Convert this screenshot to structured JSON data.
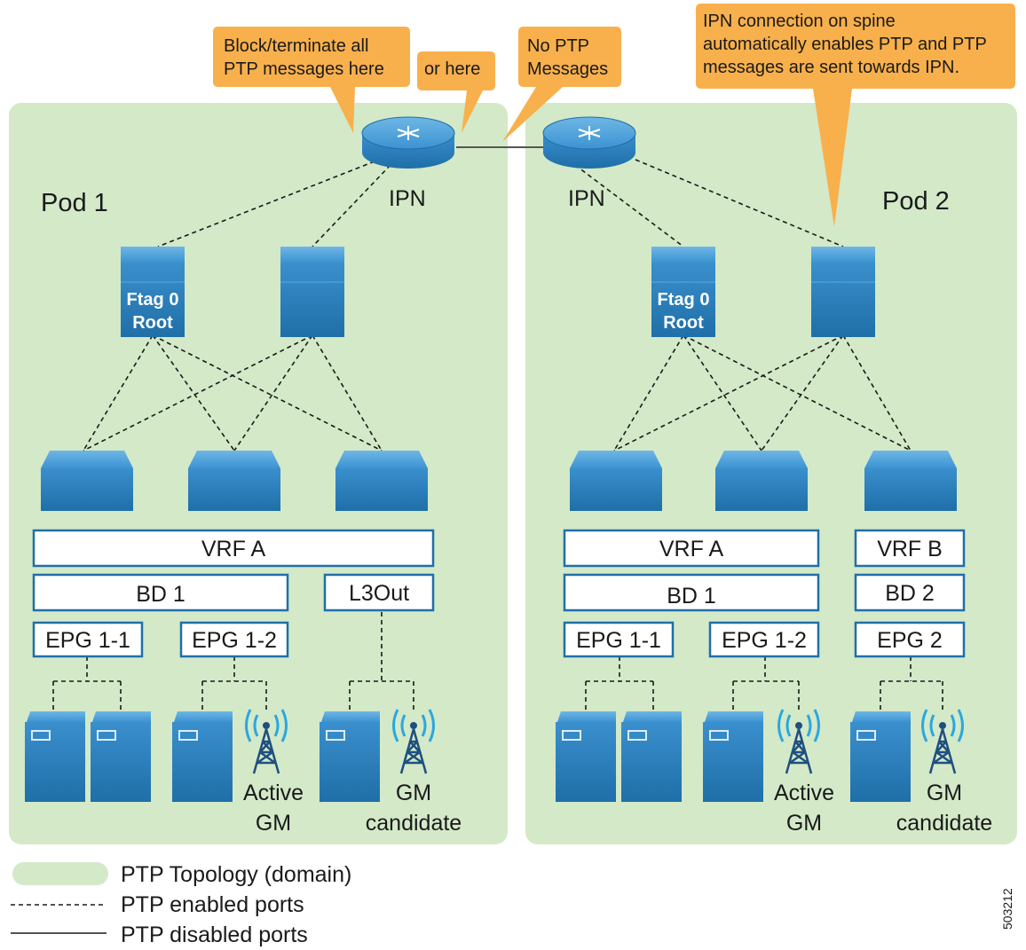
{
  "callouts": {
    "block": [
      "Block/terminate all",
      "PTP messages here"
    ],
    "or_here": "or here",
    "no_ptp": [
      "No PTP",
      "Messages"
    ],
    "ipn_connection": [
      "IPN connection on spine",
      "automatically enables PTP and PTP",
      "messages are sent towards IPN."
    ]
  },
  "pods": [
    {
      "name": "Pod 1",
      "ipn": "IPN",
      "spine_root": [
        "Ftag 0",
        "Root"
      ],
      "vrfs": [
        "VRF A"
      ],
      "bds": [
        "BD 1"
      ],
      "l3out": "L3Out",
      "epgs": [
        "EPG 1-1",
        "EPG 1-2"
      ],
      "active_gm": [
        "Active",
        "GM"
      ],
      "gm_candidate": [
        "GM",
        "candidate"
      ]
    },
    {
      "name": "Pod 2",
      "ipn": "IPN",
      "spine_root": [
        "Ftag 0",
        "Root"
      ],
      "vrfs": [
        "VRF A",
        "VRF B"
      ],
      "bds": [
        "BD 1",
        "BD 2"
      ],
      "epgs": [
        "EPG 1-1",
        "EPG 1-2",
        "EPG 2"
      ],
      "active_gm": [
        "Active",
        "GM"
      ],
      "gm_candidate": [
        "GM",
        "candidate"
      ]
    }
  ],
  "legend": {
    "domain": "PTP Topology (domain)",
    "enabled": "PTP enabled ports",
    "disabled": "PTP disabled ports"
  },
  "figure_code": "503212",
  "colors": {
    "pod_fill": "#d3e9c8",
    "callout_fill": "#f8b04c",
    "device_blue": "#2d86c8",
    "box_border": "#1f6fa8",
    "signal": "#2aa7e0"
  }
}
